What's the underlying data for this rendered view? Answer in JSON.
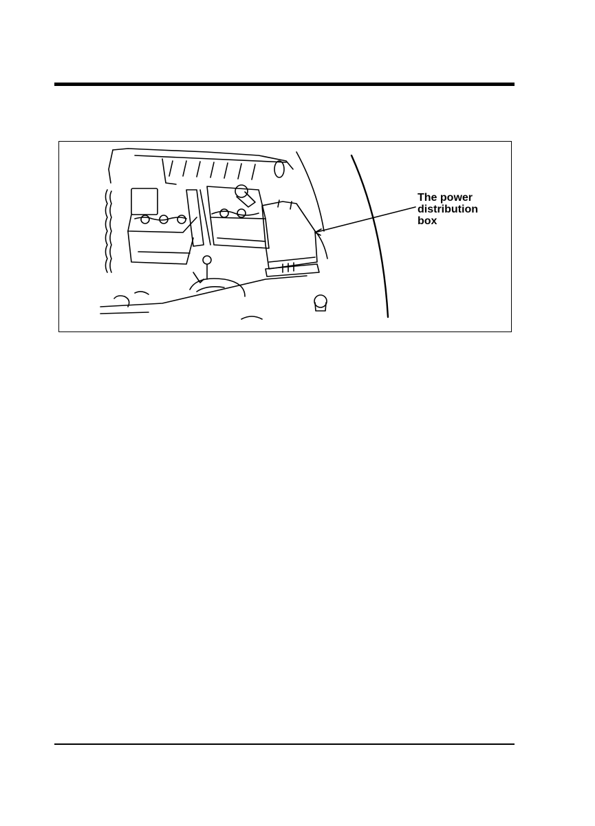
{
  "figure": {
    "callout_lines": [
      "The power",
      "distribution",
      "box"
    ]
  }
}
